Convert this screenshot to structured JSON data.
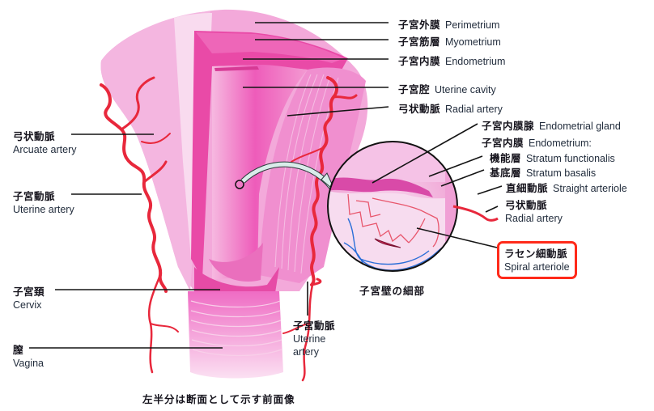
{
  "figure": {
    "title_caption": "左半分は断面として示す前面像",
    "detail_caption": "子宮壁の細部",
    "colors": {
      "uterus_pink": "#ee4fb4",
      "uterus_light": "#f4a8d8",
      "perimetrium": "#f6c6e6",
      "artery_red": "#e8283c",
      "vein_blue": "#2a6ed8",
      "highlight_box": "#ff2a1a",
      "leader_line": "#141414"
    }
  },
  "labels_right_top": [
    {
      "jp": "子宮外膜",
      "en": "Perimetrium"
    },
    {
      "jp": "子宮筋層",
      "en": "Myometrium"
    },
    {
      "jp": "子宮内膜",
      "en": "Endometrium"
    },
    {
      "jp": "子宮腔",
      "en": "Uterine cavity"
    },
    {
      "jp": "弓状動脈",
      "en": "Radial artery"
    }
  ],
  "labels_detail": [
    {
      "jp": "子宮内膜腺",
      "en": "Endometrial gland"
    },
    {
      "jp": "子宮内膜",
      "en": "Endometrium:"
    },
    {
      "jp": "機能層",
      "en": "Stratum functionalis"
    },
    {
      "jp": "基底層",
      "en": "Stratum basalis"
    },
    {
      "jp": "直細動脈",
      "en": "Straight arteriole"
    },
    {
      "jp": "弓状動脈",
      "en": "Radial artery"
    }
  ],
  "highlighted_label": {
    "jp": "ラセン細動脈",
    "en": "Spiral arteriole"
  },
  "labels_left": [
    {
      "jp": "弓状動脈",
      "en": "Arcuate artery"
    },
    {
      "jp": "子宮動脈",
      "en": "Uterine artery"
    },
    {
      "jp": "子宮頚",
      "en": "Cervix"
    },
    {
      "jp": "膣",
      "en": "Vagina"
    }
  ],
  "label_uterine_artery_right": {
    "jp": "子宮動脈",
    "en_line1": "Uterine",
    "en_line2": "artery"
  }
}
